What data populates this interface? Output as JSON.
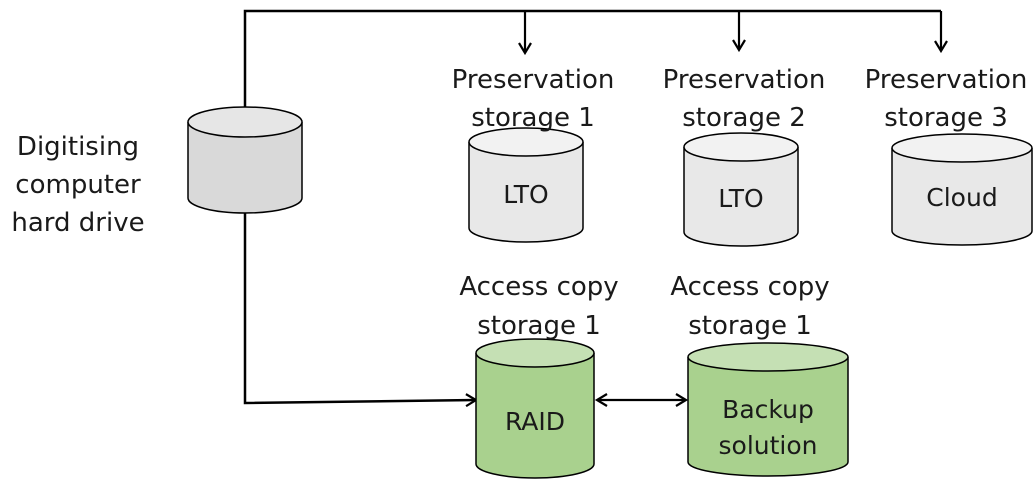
{
  "source": {
    "label_lines": [
      "Digitising",
      "computer",
      "hard drive"
    ]
  },
  "preservation": [
    {
      "title_lines": [
        "Preservation",
        "storage 1"
      ],
      "media": "LTO"
    },
    {
      "title_lines": [
        "Preservation",
        "storage 2"
      ],
      "media": "LTO"
    },
    {
      "title_lines": [
        "Preservation",
        "storage 3"
      ],
      "media": "Cloud"
    }
  ],
  "access": [
    {
      "title_lines": [
        "Access copy",
        "storage 1"
      ],
      "media_lines": [
        "RAID"
      ]
    },
    {
      "title_lines": [
        "Access copy",
        "storage 1"
      ],
      "media_lines": [
        "Backup",
        "solution"
      ]
    }
  ],
  "colors": {
    "grey_body": "#e6e6e6",
    "grey_top": "#f2f2f2",
    "green_body": "#a9d18e",
    "green_top": "#c5e0b4",
    "stroke": "#000000"
  }
}
